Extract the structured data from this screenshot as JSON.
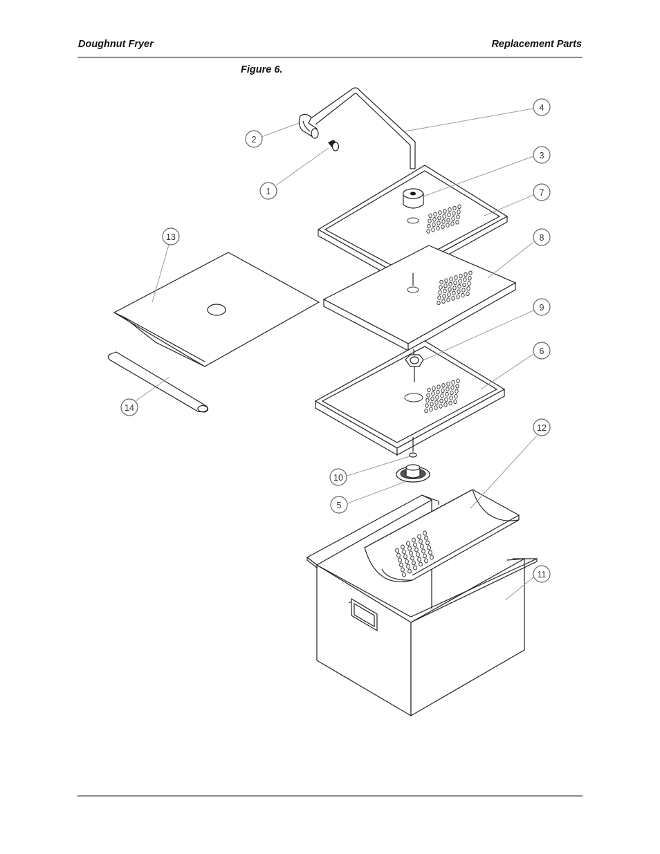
{
  "header": {
    "left": "Doughnut Fryer",
    "right": "Replacement Parts"
  },
  "figure": {
    "caption": "Figure 6."
  },
  "callouts": [
    "1",
    "2",
    "3",
    "4",
    "5",
    "6",
    "7",
    "8",
    "9",
    "10",
    "11",
    "12",
    "13",
    "14"
  ]
}
